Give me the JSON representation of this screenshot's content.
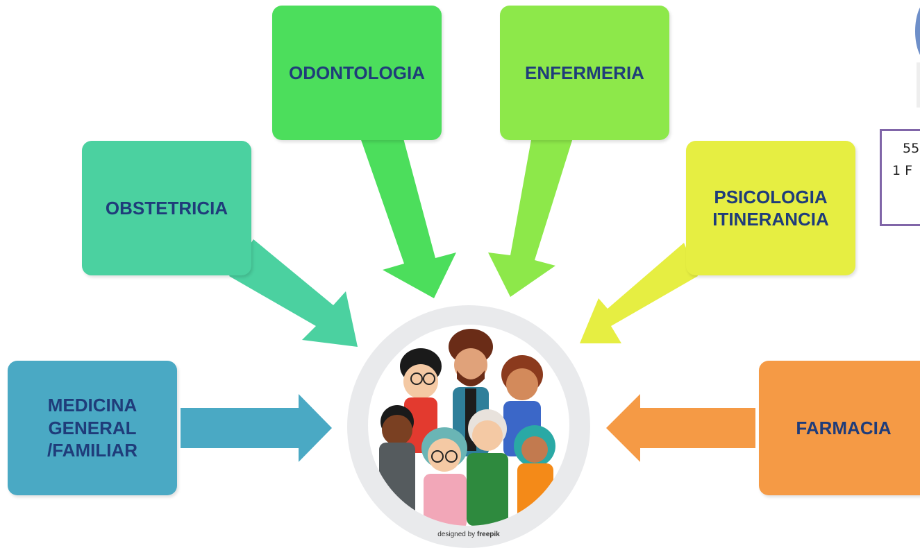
{
  "boxes": {
    "odontologia": {
      "label": "ODONTOLOGIA",
      "color": "#4cde5c"
    },
    "enfermeria": {
      "label": "ENFERMERIA",
      "color": "#8de84a"
    },
    "obstetricia": {
      "label": "OBSTETRICIA",
      "color": "#4bd1a0"
    },
    "psicologia": {
      "label": "PSICOLOGIA\nITINERANCIA",
      "color": "#e6ee42"
    },
    "medicina": {
      "label": "MEDICINA\nGENERAL\n/FAMILIAR",
      "color": "#4aa9c4"
    },
    "farmacia": {
      "label": "FARMACIA",
      "color": "#f59a45"
    }
  },
  "center": {
    "credit_prefix": "designed by",
    "credit_brand": "freepik"
  },
  "side_box": {
    "line1": "55",
    "line2": "1 F"
  },
  "colors": {
    "text": "#1f3c7a",
    "side_border": "#8065a8",
    "ring": "#e9eaec"
  }
}
